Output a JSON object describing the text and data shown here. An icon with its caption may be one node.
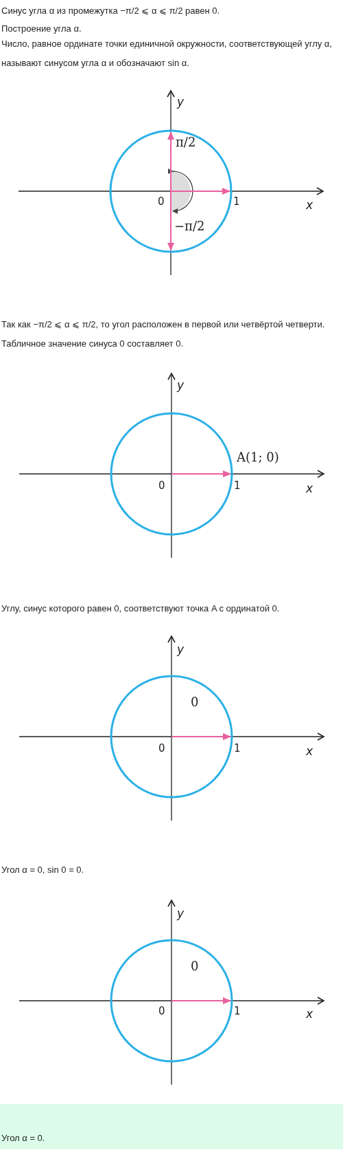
{
  "diagram": {
    "labels": [
      "Синус угла α из промежутка −π/2 ⩽ α ⩽ π/2 равен 0.",
      "Построение угла α.",
      "Число, равное ординате точки единичной окружности, соответствующей углу α, называют синусом угла α и обозначают sin α.",
      "y",
      "π/2",
      "0",
      "1",
      "x",
      "−π/2",
      "Так как −π/2 ⩽ α ⩽ π/2, то угол расположен в первой или четвёртой четверти.",
      "Табличное значение синуса 0 составляет 0.",
      "y",
      "A(1; 0)",
      "0",
      "1",
      "x",
      "Углу, синус которого равен 0, соответствуют точка A с ординатой 0.",
      "y",
      "0",
      "0",
      "1",
      "x",
      "Угол α = 0, sin 0 = 0.",
      "y",
      "0",
      "0",
      "1",
      "x",
      "Угол α = 0."
    ]
  }
}
